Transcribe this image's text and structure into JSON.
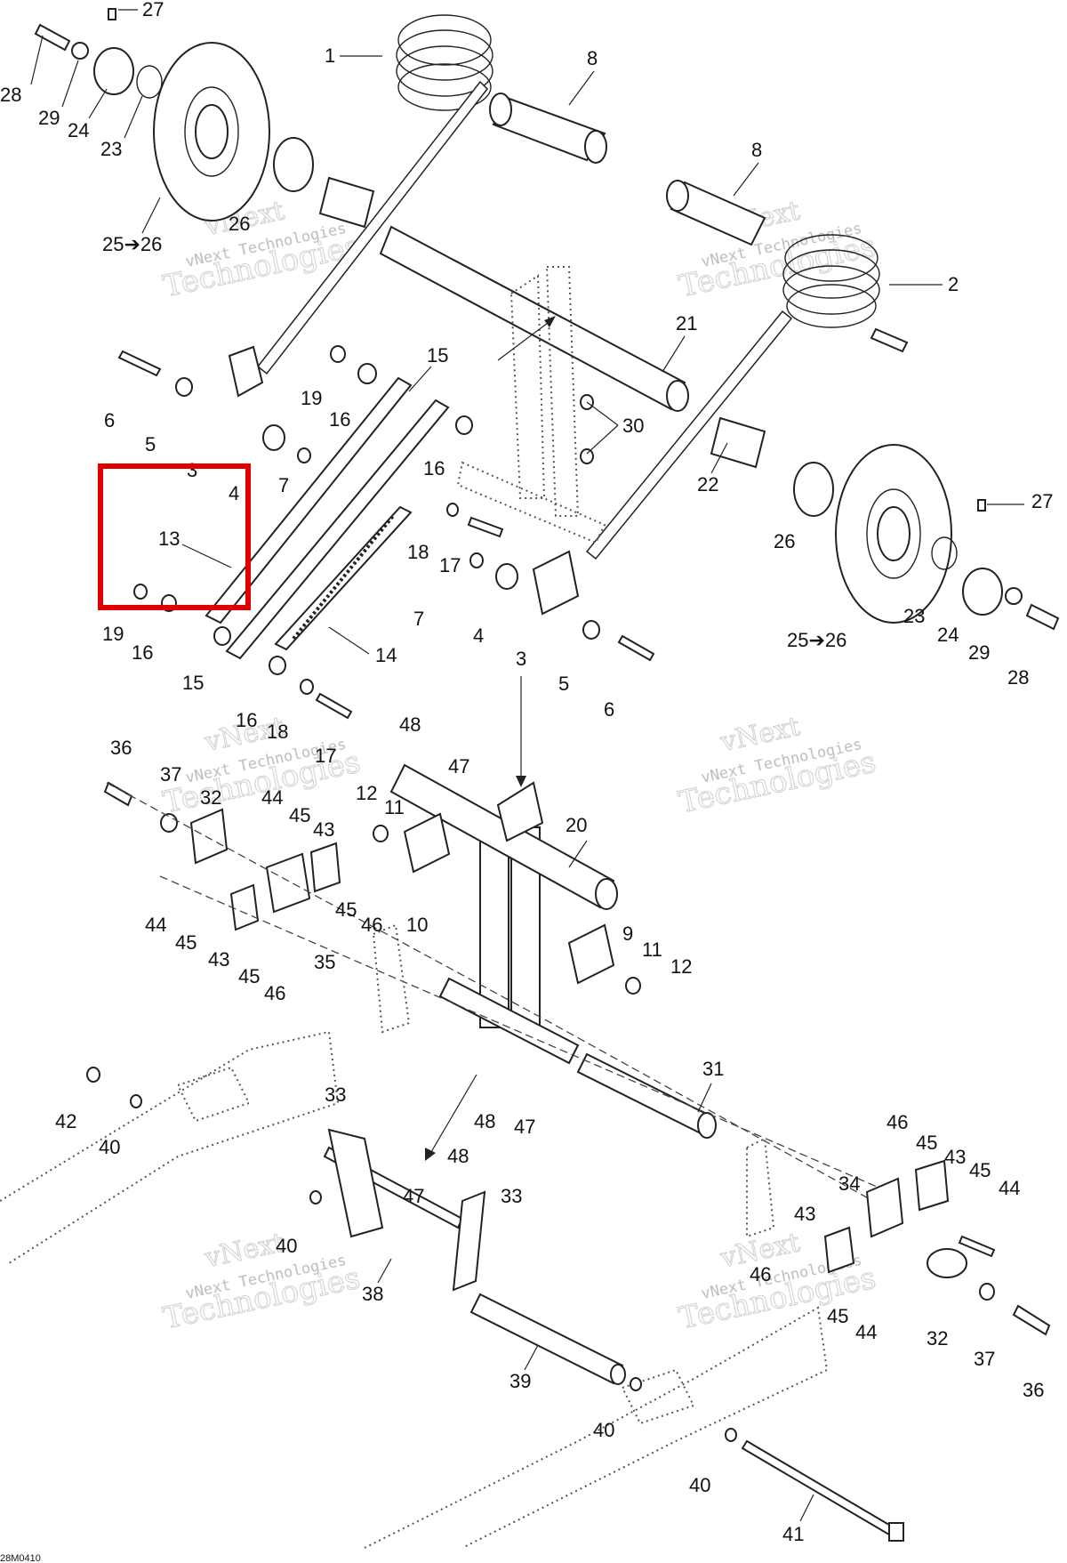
{
  "diagram": {
    "ref_code": "28M0410",
    "highlight_color": "#e00000",
    "watermark": {
      "line1": "vNext Technologies",
      "line2": "vNext",
      "line3": "Technologies"
    },
    "callouts": [
      "1",
      "2",
      "3",
      "4",
      "5",
      "6",
      "7",
      "8",
      "9",
      "10",
      "11",
      "12",
      "13",
      "14",
      "15",
      "16",
      "17",
      "18",
      "19",
      "20",
      "21",
      "22",
      "23",
      "24",
      "25➔26",
      "26",
      "27",
      "28",
      "29",
      "30",
      "31",
      "32",
      "33",
      "34",
      "35",
      "36",
      "37",
      "38",
      "39",
      "40",
      "41",
      "42",
      "43",
      "44",
      "45",
      "46",
      "47",
      "48"
    ],
    "highlighted_callout": "13"
  }
}
